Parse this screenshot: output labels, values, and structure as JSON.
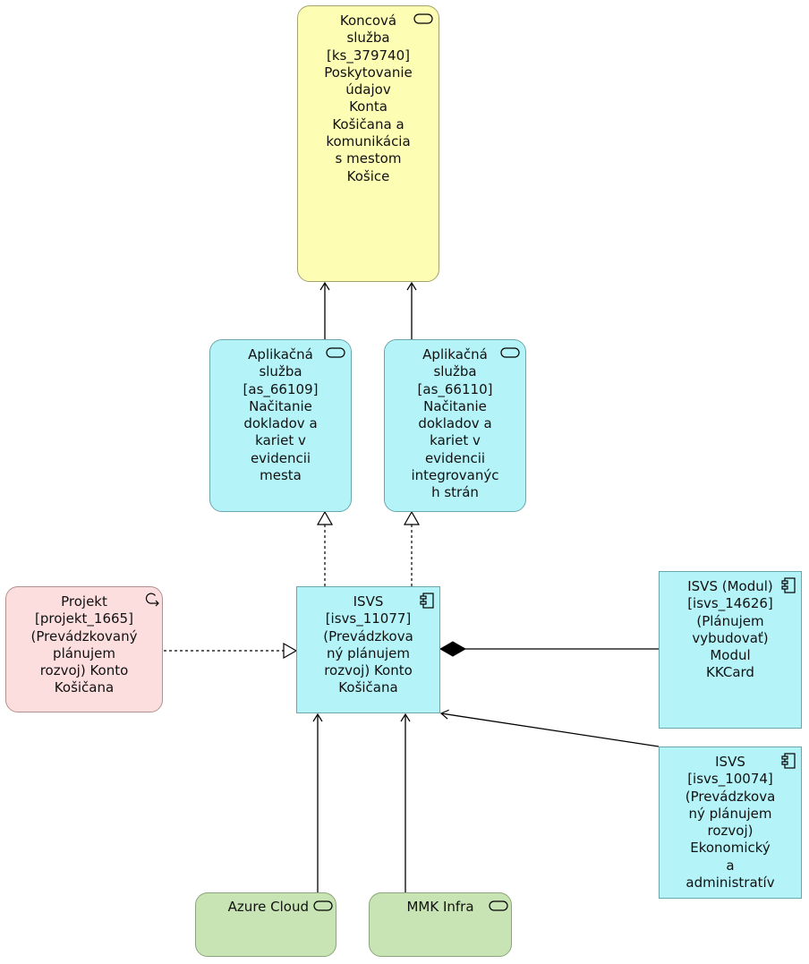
{
  "nodes": {
    "koncova_sluzba": "Koncová\nslužba\n[ks_379740]\nPoskytovanie\núdajov\nKonta\nKošičana a\nkomunikácia\ns mestom\nKošice",
    "as_66109": "Aplikačná\nslužba\n[as_66109]\nNačitanie\ndokladov a\nkariet v\nevidencii\nmesta",
    "as_66110": "Aplikačná\nslužba\n[as_66110]\nNačitanie\ndokladov a\nkariet v\nevidencii\nintegrovanýc\nh strán",
    "isvs_11077": "ISVS\n[isvs_11077]\n(Prevádzkova\nný plánujem\nrozvoj) Konto\nKošičana",
    "projekt_1665": "Projekt\n[projekt_1665]\n(Prevádzkovaný\nplánujem\nrozvoj) Konto\nKošičana",
    "isvs_14626": "ISVS (Modul)\n[isvs_14626]\n(Plánujem\nvybudovať)\nModul\nKKCard",
    "isvs_10074": "ISVS\n[isvs_10074]\n(Prevádzkova\nný plánujem\nrozvoj)\nEkonomický\na\nadministratív",
    "azure_cloud": "Azure Cloud",
    "mmk_infra": "MMK Infra"
  },
  "colors": {
    "business_service": "#fdfdb4",
    "application": "#b4f4f8",
    "project": "#fddede",
    "technology": "#c8e4b4"
  },
  "icons": {
    "service": "service-icon",
    "component": "component-icon",
    "work_package": "work-package-icon"
  }
}
